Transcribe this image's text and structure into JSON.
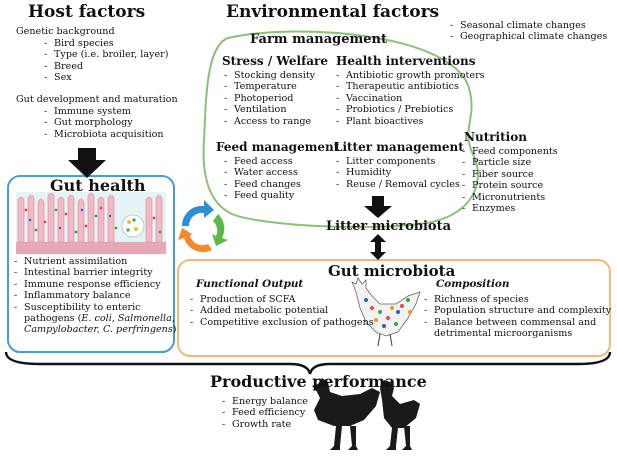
{
  "host": {
    "title": "Host factors",
    "genetic_label": "Genetic background",
    "genetic_items": [
      "Bird species",
      "Type (i.e. broiler, layer)",
      "Breed",
      "Sex"
    ],
    "gut_dev_label": "Gut development and maturation",
    "gut_dev_items": [
      "Immune system",
      "Gut morphology",
      "Microbiota acquisition"
    ]
  },
  "environment": {
    "title": "Environmental factors",
    "climate_items": [
      "Seasonal climate changes",
      "Geographical climate changes"
    ],
    "farm_title": "Farm management",
    "stress_title": "Stress / Welfare",
    "stress_items": [
      "Stocking density",
      "Temperature",
      "Photoperiod",
      "Ventilation",
      "Access to range"
    ],
    "health_title": "Health interventions",
    "health_items": [
      "Antibiotic growth promoters",
      "Therapeutic antibiotics",
      "Vaccination",
      "Probiotics / Prebiotics",
      "Plant bioactives"
    ],
    "feed_title": "Feed management",
    "feed_items": [
      "Feed access",
      "Water access",
      "Feed changes",
      "Feed quality"
    ],
    "litter_title": "Litter management",
    "litter_items": [
      "Litter components",
      "Humidity",
      "Reuse / Removal cycles"
    ],
    "nutrition_title": "Nutrition",
    "nutrition_items": [
      "Feed components",
      "Particle size",
      "Fiber source",
      "Protein source",
      "Micronutrients",
      "Enzymes"
    ],
    "litter_microbiota": "Litter microbiota"
  },
  "gut_health": {
    "title": "Gut health",
    "items": [
      "Nutrient assimilation",
      "Intestinal barrier integrity",
      "Immune response efficiency",
      "Inflammatory balance",
      "Susceptibility to enteric"
    ],
    "pathogens_prefix": "pathogens (",
    "pathogens_line1": "E. coli, Salmonella,",
    "pathogens_line2": "Campylobacter, C. perfringens",
    "pathogens_suffix": ")"
  },
  "gut_microbiota": {
    "title": "Gut microbiota",
    "functional_title": "Functional Output",
    "functional_items": [
      "Production of SCFA",
      "Added metabolic potential",
      "Competitive exclusion of pathogens"
    ],
    "composition_title": "Composition",
    "composition_items": [
      "Richness of species",
      "Population structure and complexity",
      "Balance between commensal and",
      "detrimental microorganisms"
    ]
  },
  "performance": {
    "title": "Productive performance",
    "items": [
      "Energy balance",
      "Feed efficiency",
      "Growth rate"
    ]
  },
  "colors": {
    "gut_health_border": "#4a9ad4",
    "farm_border": "#8cc078",
    "microbiota_border": "#f0b878",
    "cycle_blue": "#2e8fd0",
    "cycle_green": "#5cb848",
    "cycle_orange": "#f08a2a"
  }
}
